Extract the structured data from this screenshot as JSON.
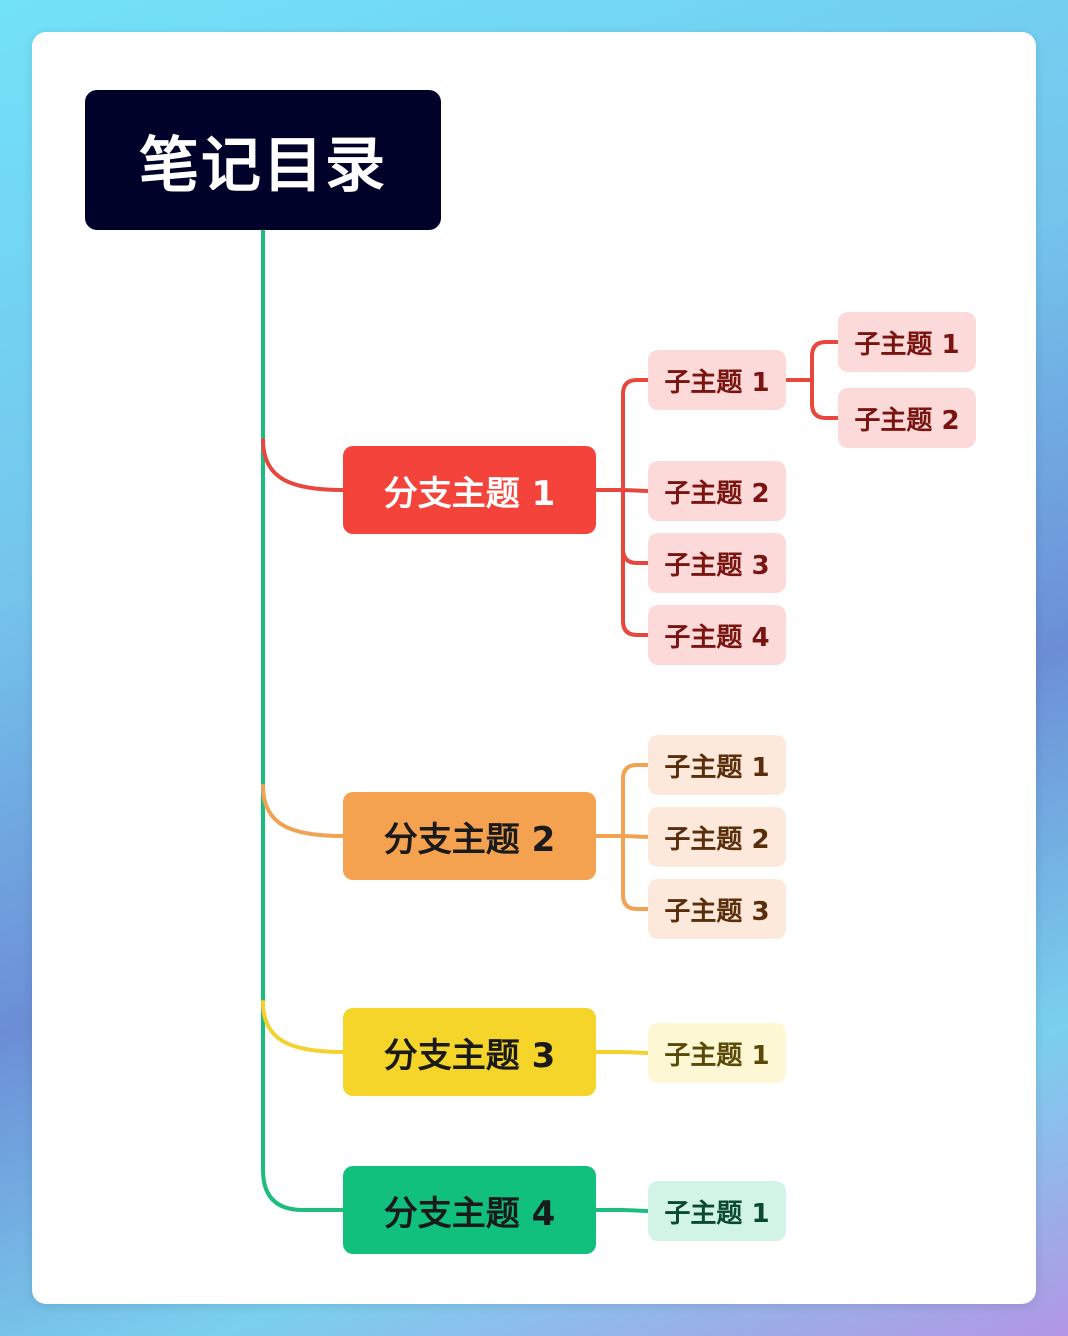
{
  "root": {
    "label": "笔记目录",
    "bg": "#00022a",
    "color": "#ffffff"
  },
  "trunk_color": "#1dbd80",
  "branches": [
    {
      "label": "分支主题 1",
      "bg": "#f4433a",
      "text_color": "#ffffff",
      "line_color": "#e8473e",
      "sub_bg": "#fcdada",
      "sub_text": "#7a1410",
      "subtopics": [
        {
          "label": "子主题 1",
          "children": [
            "子主题 1",
            "子主题 2"
          ]
        },
        {
          "label": "子主题 2",
          "children": []
        },
        {
          "label": "子主题 3",
          "children": []
        },
        {
          "label": "子主题 4",
          "children": []
        }
      ]
    },
    {
      "label": "分支主题 2",
      "bg": "#f5a250",
      "text_color": "#1a1a1a",
      "line_color": "#f2a253",
      "sub_bg": "#fde9dc",
      "sub_text": "#5a2e0a",
      "subtopics": [
        {
          "label": "子主题 1",
          "children": []
        },
        {
          "label": "子主题 2",
          "children": []
        },
        {
          "label": "子主题 3",
          "children": []
        }
      ]
    },
    {
      "label": "分支主题 3",
      "bg": "#f5d52a",
      "text_color": "#1a1a1a",
      "line_color": "#f3d230",
      "sub_bg": "#fdf7d4",
      "sub_text": "#5a4a08",
      "subtopics": [
        {
          "label": "子主题 1",
          "children": []
        }
      ]
    },
    {
      "label": "分支主题 4",
      "bg": "#10c07c",
      "text_color": "#1a1a1a",
      "line_color": "#1dbd80",
      "sub_bg": "#d2f4e6",
      "sub_text": "#0a4a30",
      "subtopics": [
        {
          "label": "子主题 1",
          "children": []
        }
      ]
    }
  ]
}
